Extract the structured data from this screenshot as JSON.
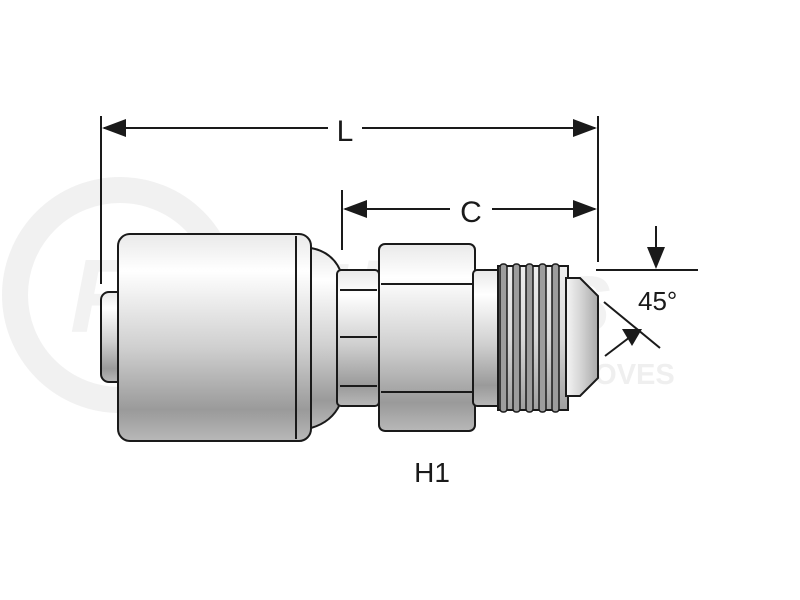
{
  "watermark": {
    "brand": "FinditParts",
    "tagline": "FOR EVERYTHING THAT MOVES"
  },
  "dimensions": {
    "overall_length_label": "L",
    "cutoff_length_label": "C",
    "flare_angle_label": "45°",
    "hex_label": "H1"
  },
  "colors": {
    "line": "#1a1a1a",
    "metal_light": "#f4f4f4",
    "metal_mid": "#c9c9c9",
    "metal_dark": "#8f8f8f",
    "watermark": "#ececec"
  }
}
